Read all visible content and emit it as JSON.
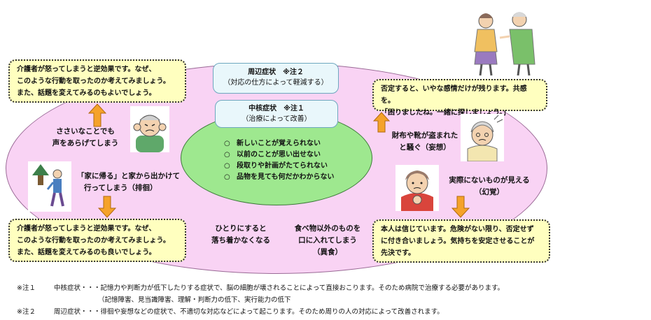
{
  "peripheral": {
    "title": "周辺症状　※注２",
    "subtitle": "（対応の仕方によって軽減する）"
  },
  "core": {
    "title": "中核症状　※注１",
    "subtitle": "（治療によって改善）",
    "bullet": "○",
    "items": [
      "新しいことが覚えられない",
      "以前のことが思い出せない",
      "段取りや計画がたてられない",
      "品物を見ても何だかわからない"
    ]
  },
  "symptoms": {
    "shout_1": "ささいなことでも",
    "shout_2": "声をあらげてしまう",
    "wander_1": "「家に帰る」と家から出かけて",
    "wander_2": "行ってしまう（排徊）",
    "alone_1": "ひとりにすると",
    "alone_2": "落ち着かなくなる",
    "pica_1": "食べ物以外のものを",
    "pica_2": "口に入れてしまう",
    "pica_3": "（異食）",
    "theft_1": "財布や靴が盗まれた",
    "theft_2": "と騒ぐ（妄想）",
    "halluc_1": "実際にないものが見える",
    "halluc_2": "（幻覚）"
  },
  "notes": {
    "top_left": [
      "介護者が怒ってしまうと逆効果です。なぜ、",
      "このような行動を取ったのか考えてみましょう。",
      "また、話題を変えてみるのもよいでしょう。"
    ],
    "bottom_left": [
      "介護者が怒ってしまうと逆効果です。なぜ、",
      "このような行動を取ったのか考えてみましょう。",
      "また、話題を変えてみるのも良いでしょう。"
    ],
    "top_right": [
      "否定すると、いやな感情だけが残ります。共感を。",
      "「困りましたね。一緒に探しましょう。」"
    ],
    "bottom_right": [
      "本人は信じています。危険がない限り、否定せず",
      "に付き合いましょう。気持ちを安定させることが",
      "先決です。"
    ]
  },
  "footnotes": {
    "n1_mark": "※注１",
    "n1_text": "中核症状・・・記憶力や判断力が低下したりする症状で、脳の細胞が壊されることによって直接おこります。そのため病院で治療する必要があります。",
    "n1_sub": "（記憶障害、見当識障害、理解・判断力の低下、実行能力の低下",
    "n2_mark": "※注２",
    "n2_text": "周辺症状・・・徘徊や妄想などの症状で、不適切な対応などによって起こります。そのため周りの人の対応によって改善されます。"
  },
  "colors": {
    "outer_ellipse": "#f9d3f4",
    "inner_ellipse": "#9ee88f",
    "note_fill": "#ffffbf",
    "arrow": "#f5a22a"
  }
}
